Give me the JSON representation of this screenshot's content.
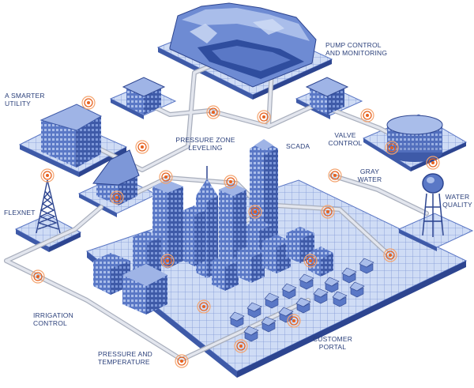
{
  "labels": {
    "smarter_utility": [
      "A SMARTER",
      "UTILITY"
    ],
    "pump_control": [
      "PUMP CONTROL",
      "AND MONITORING"
    ],
    "pressure_zone": [
      "PRESSURE ZONE",
      "LEVELING"
    ],
    "scada": "SCADA",
    "valve_control": [
      "VALVE",
      "CONTROL"
    ],
    "gray_water": [
      "GRAY",
      "WATER"
    ],
    "water_quality": [
      "WATER",
      "QUALITY"
    ],
    "flexnet": "FLEXNET",
    "irrigation_control": [
      "IRRIGATION",
      "CONTROL"
    ],
    "pressure_temperature": [
      "PRESSURE AND",
      "TEMPERATURE"
    ],
    "customer_portal": [
      "CUSTOMER",
      "PORTAL"
    ]
  },
  "colors": {
    "tile_light": "#cfdcf5",
    "tile_mid": "#8fa6dc",
    "tile_dark": "#3e5aa8",
    "grid_line": "#5a76c4",
    "pipe": "#d9dde6",
    "pipe_edge": "#a9afbd",
    "signal": "#e7611e",
    "signal_light": "#f4a46f",
    "label": "#2a3f7a"
  }
}
